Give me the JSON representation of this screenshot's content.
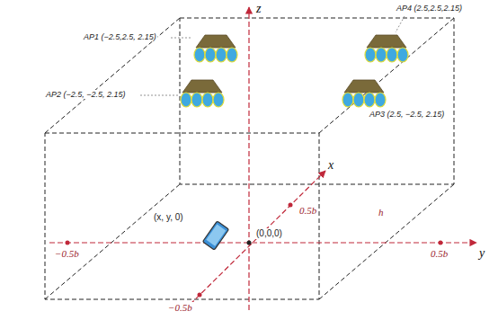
{
  "diagram": {
    "labels": [
      "AP1 (−2.5,2.5, 2.15)",
      "AP4 (2.5,2.5,2.15)",
      "AP2 (−2.5, −2.5, 2.15)",
      "AP3 (2.5, −2.5, 2.15)",
      "z",
      "x",
      "y",
      "0.5b",
      "h",
      "(x, y, 0)",
      "(0,0,0)",
      "0.5b",
      "−0.5b",
      "−0.5b"
    ]
  }
}
